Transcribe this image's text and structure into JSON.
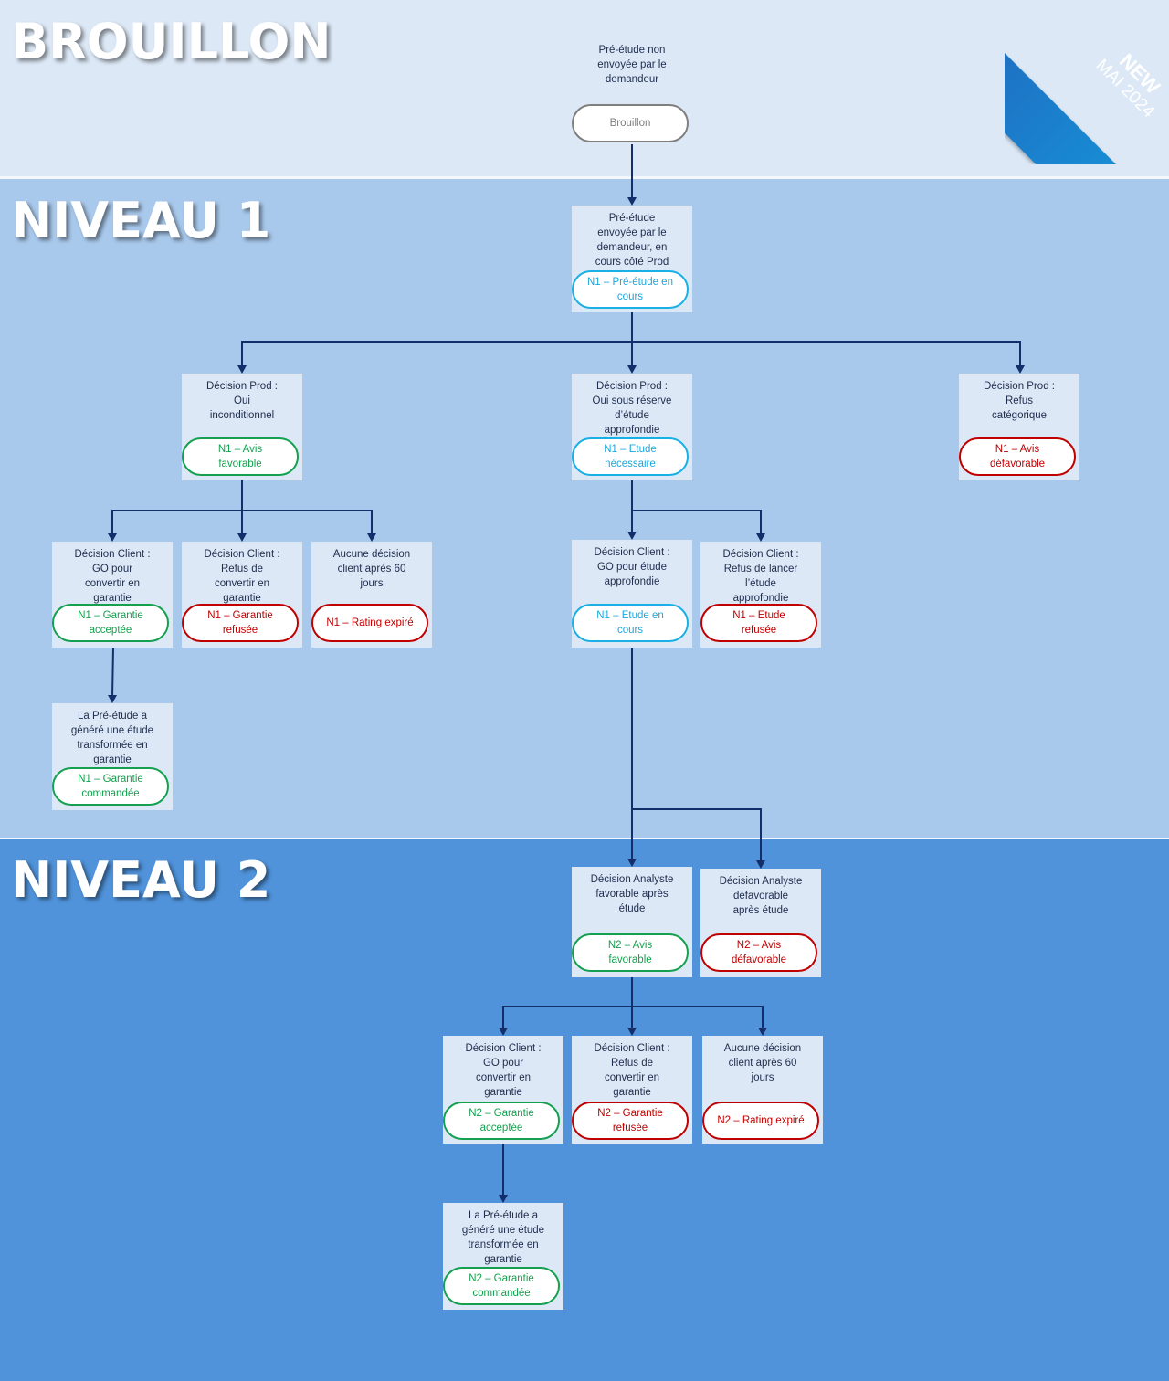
{
  "levels": {
    "brouillon": "BROUILLON",
    "niveau1": "NIVEAU 1",
    "niveau2": "NIVEAU 2"
  },
  "ribbon": {
    "new": "NEW",
    "date": "MAI 2024"
  },
  "colors": {
    "gray": "#7f7f7f",
    "blue": "#19b0e6",
    "green": "#14a04e",
    "red": "#c00000",
    "connector": "#142e6b"
  },
  "nodes": {
    "brouillon": {
      "label": "Pré-étude non\nenvoyée par le\ndemandeur",
      "status": "Brouillon"
    },
    "n1_pre_etude": {
      "label": "Pré-étude\nenvoyée par le\ndemandeur, en\ncours côté Prod",
      "status": "N1 – Pré-étude en\ncours"
    },
    "n1_prod_oui": {
      "label": "Décision Prod :\nOui\ninconditionnel",
      "status": "N1 – Avis\nfavorable"
    },
    "n1_prod_reserve": {
      "label": "Décision Prod :\nOui sous réserve\nd’étude\napprofondie",
      "status": "N1 – Etude\nnécessaire"
    },
    "n1_prod_refus": {
      "label": "Décision Prod :\nRefus\ncatégorique",
      "status": "N1 – Avis\ndéfavorable"
    },
    "n1_client_go": {
      "label": "Décision Client :\nGO pour\nconvertir en\ngarantie",
      "status": "N1 – Garantie\nacceptée"
    },
    "n1_client_refus": {
      "label": "Décision Client :\nRefus de\nconvertir en\ngarantie",
      "status": "N1 – Garantie\nrefusée"
    },
    "n1_aucune": {
      "label": "Aucune décision\nclient après 60\njours",
      "status": "N1 – Rating expiré"
    },
    "n1_client_go_etude": {
      "label": "Décision Client :\nGO pour étude\napprofondie",
      "status": "N1 – Etude en\ncours"
    },
    "n1_client_refus_etude": {
      "label": "Décision Client :\nRefus de lancer\nl’étude\napprofondie",
      "status": "N1 – Etude\nrefusée"
    },
    "n1_commandee": {
      "label": "La Pré-étude a\ngénéré une étude\ntransformée en\ngarantie",
      "status": "N1 – Garantie\ncommandée"
    },
    "n2_analyste_fav": {
      "label": "Décision Analyste\nfavorable après\nétude",
      "status": "N2 – Avis\nfavorable"
    },
    "n2_analyste_defav": {
      "label": "Décision Analyste\ndéfavorable\naprès étude",
      "status": "N2 – Avis\ndéfavorable"
    },
    "n2_client_go": {
      "label": "Décision Client :\nGO pour\nconvertir en\ngarantie",
      "status": "N2 – Garantie\nacceptée"
    },
    "n2_client_refus": {
      "label": "Décision Client :\nRefus de\nconvertir en\ngarantie",
      "status": "N2 – Garantie\nrefusée"
    },
    "n2_aucune": {
      "label": "Aucune décision\nclient après 60\njours",
      "status": "N2 – Rating expiré"
    },
    "n2_commandee": {
      "label": "La Pré-étude a\ngénéré une étude\ntransformée en\ngarantie",
      "status": "N2 – Garantie\ncommandée"
    }
  }
}
